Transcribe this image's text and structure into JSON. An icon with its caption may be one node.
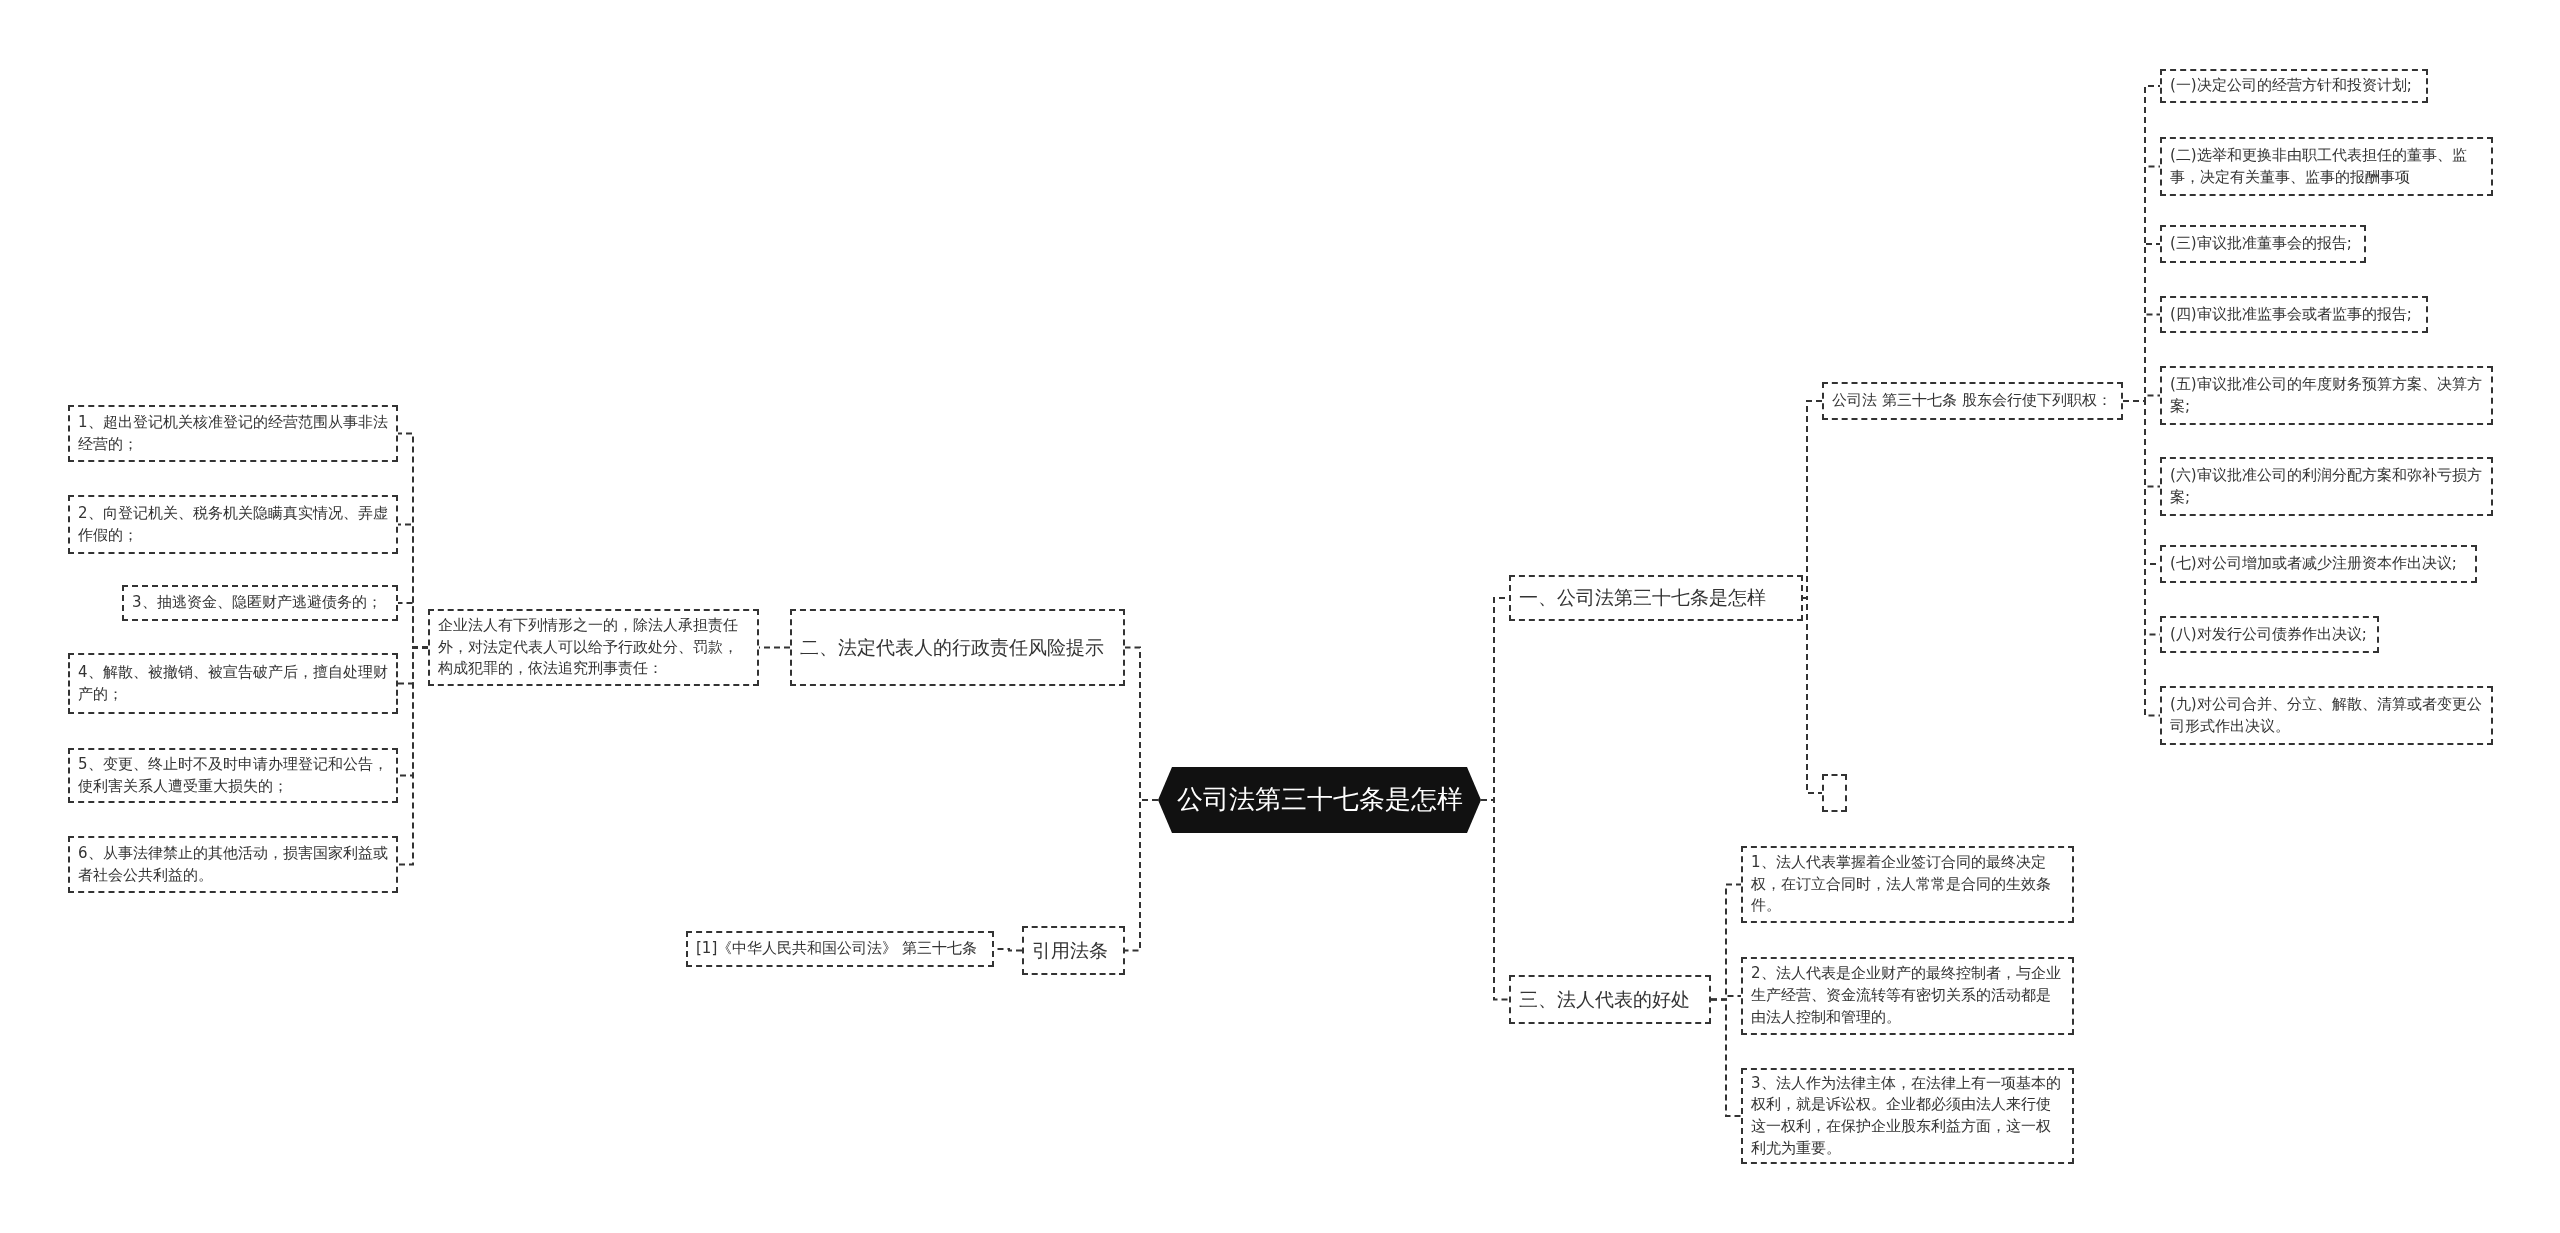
{
  "diagram": {
    "nodes": [
      {
        "text": [
          "公司法第三十七条是怎样"
        ]
      },
      {
        "text": [
          "一、公司法第三十七条是怎样"
        ]
      },
      {
        "text": [
          "公司法 第三十七条 股东会行使下列职权："
        ]
      },
      {
        "text": [
          "(一)决定公司的经营方针和投资计划;"
        ]
      },
      {
        "text": [
          "(二)选举和更换非由职工代表担任的董事、监事，决定有关董事、监事的报酬事项"
        ]
      },
      {
        "text": [
          "(三)审议批准董事会的报告;"
        ]
      },
      {
        "text": [
          "(四)审议批准监事会或者监事的报告;"
        ]
      },
      {
        "text": [
          "(五)审议批准公司的年度财务预算方案、决算方案;"
        ]
      },
      {
        "text": [
          "(六)审议批准公司的利润分配方案和弥补亏损方案;"
        ]
      },
      {
        "text": [
          "(七)对公司增加或者减少注册资本作出决议;"
        ]
      },
      {
        "text": [
          "(八)对发行公司债券作出决议;"
        ]
      },
      {
        "text": [
          "(九)对公司合并、分立、解散、清算或者变更公司形式作出决议。"
        ]
      },
      {
        "text": [],
        "shape": "box"
      },
      {
        "text": [
          "三、法人代表的好处"
        ]
      },
      {
        "text": [
          "1、法人代表掌握着企业签订合同的最终决定权，在订立合同时，法人常常是合同的生效条件。"
        ]
      },
      {
        "text": [
          "2、法人代表是企业财产的最终控制者，与企业生产经营、资金流转等有密切关系的活动都是由法人控制和管理的。"
        ]
      },
      {
        "text": [
          "3、法人作为法律主体，在法律上有一项基本的权利，就是诉讼权。企业都必须由法人来行使这一权利，在保护企业股东利益方面，这一权利尤为重要。"
        ]
      },
      {
        "text": [
          "二、法定代表人的行政责任风险提示"
        ]
      },
      {
        "text": [
          "企业法人有下列情形之一的，除法人承担责任外，对法定代表人可以给予行政处分、罚款，构成犯罪的，依法追究刑事责任："
        ]
      },
      {
        "text": [
          "1、超出登记机关核准登记的经营范围从事非法经营的；"
        ]
      },
      {
        "text": [
          "2、向登记机关、税务机关隐瞒真实情况、弄虚作假的；"
        ]
      },
      {
        "text": [
          "3、抽逃资金、隐匿财产逃避债务的；"
        ]
      },
      {
        "text": [
          "4、解散、被撤销、被宣告破产后，擅自处理财产的；"
        ]
      },
      {
        "text": [
          "5、变更、终止时不及时申请办理登记和公告，使利害关系人遭受重大损失的；"
        ]
      },
      {
        "text": [
          "6、从事法律禁止的其他活动，损害国家利益或者社会公共利益的。"
        ]
      },
      {
        "text": [
          "引用法条"
        ]
      },
      {
        "text": [
          "[1]《中华人民共和国公司法》 第三十七条"
        ]
      }
    ],
    "edges": [
      {
        "from": 0,
        "to": 1,
        "arrow": "none"
      },
      {
        "from": 1,
        "to": 2,
        "arrow": "none"
      },
      {
        "from": 2,
        "to": 3,
        "arrow": "none"
      },
      {
        "from": 2,
        "to": 4,
        "arrow": "none"
      },
      {
        "from": 2,
        "to": 5,
        "arrow": "none"
      },
      {
        "from": 2,
        "to": 6,
        "arrow": "none"
      },
      {
        "from": 2,
        "to": 7,
        "arrow": "none"
      },
      {
        "from": 2,
        "to": 8,
        "arrow": "none"
      },
      {
        "from": 2,
        "to": 9,
        "arrow": "none"
      },
      {
        "from": 2,
        "to": 10,
        "arrow": "none"
      },
      {
        "from": 2,
        "to": 11,
        "arrow": "none"
      },
      {
        "from": 1,
        "to": 12,
        "arrow": "none"
      },
      {
        "from": 0,
        "to": 13,
        "arrow": "none"
      },
      {
        "from": 13,
        "to": 14,
        "arrow": "none"
      },
      {
        "from": 13,
        "to": 15,
        "arrow": "none"
      },
      {
        "from": 13,
        "to": 16,
        "arrow": "none"
      },
      {
        "from": 0,
        "to": 17,
        "arrow": "none"
      },
      {
        "from": 17,
        "to": 18,
        "arrow": "none"
      },
      {
        "from": 18,
        "to": 19,
        "arrow": "none"
      },
      {
        "from": 18,
        "to": 20,
        "arrow": "none"
      },
      {
        "from": 18,
        "to": 21,
        "arrow": "none"
      },
      {
        "from": 18,
        "to": 22,
        "arrow": "none"
      },
      {
        "from": 18,
        "to": 23,
        "arrow": "none"
      },
      {
        "from": 18,
        "to": 24,
        "arrow": "none"
      },
      {
        "from": 0,
        "to": 25,
        "arrow": "none"
      },
      {
        "from": 25,
        "to": 26,
        "arrow": "none"
      }
    ]
  }
}
